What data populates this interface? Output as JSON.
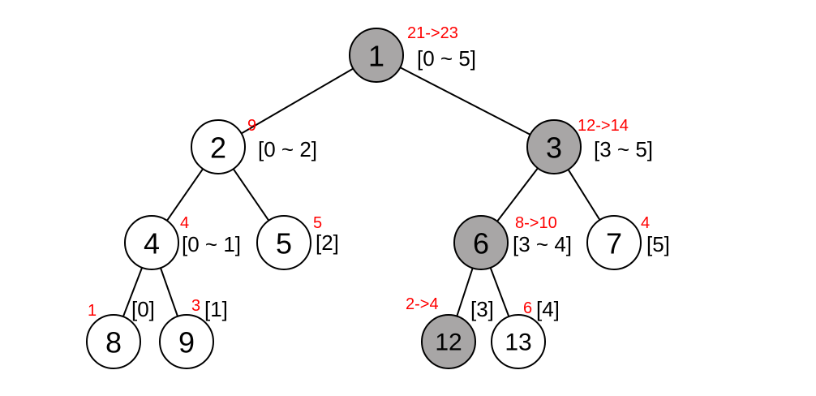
{
  "colors": {
    "highlighted_fill": "#a8a6a6",
    "default_fill": "#ffffff",
    "sum_text": "#ff0000",
    "edge": "#000000"
  },
  "nodes": [
    {
      "id": "1",
      "label": "1",
      "range": "[0 ~ 5]",
      "sum": "21->23",
      "highlighted": true
    },
    {
      "id": "2",
      "label": "2",
      "range": "[0 ~ 2]",
      "sum": "9",
      "highlighted": false
    },
    {
      "id": "3",
      "label": "3",
      "range": "[3 ~ 5]",
      "sum": "12->14",
      "highlighted": true
    },
    {
      "id": "4",
      "label": "4",
      "range": "[0 ~ 1]",
      "sum": "4",
      "highlighted": false
    },
    {
      "id": "5",
      "label": "5",
      "range": "[2]",
      "sum": "5",
      "highlighted": false
    },
    {
      "id": "6",
      "label": "6",
      "range": "[3 ~ 4]",
      "sum": "8->10",
      "highlighted": true
    },
    {
      "id": "7",
      "label": "7",
      "range": "[5]",
      "sum": "4",
      "highlighted": false
    },
    {
      "id": "8",
      "label": "8",
      "range": "[0]",
      "sum": "1",
      "highlighted": false
    },
    {
      "id": "9",
      "label": "9",
      "range": "[1]",
      "sum": "3",
      "highlighted": false
    },
    {
      "id": "12",
      "label": "12",
      "range": "[3]",
      "sum": "2->4",
      "highlighted": true
    },
    {
      "id": "13",
      "label": "13",
      "range": "[4]",
      "sum": "6",
      "highlighted": false
    }
  ],
  "edges": [
    [
      "1",
      "2"
    ],
    [
      "1",
      "3"
    ],
    [
      "2",
      "4"
    ],
    [
      "2",
      "5"
    ],
    [
      "3",
      "6"
    ],
    [
      "3",
      "7"
    ],
    [
      "4",
      "8"
    ],
    [
      "4",
      "9"
    ],
    [
      "6",
      "12"
    ],
    [
      "6",
      "13"
    ]
  ]
}
